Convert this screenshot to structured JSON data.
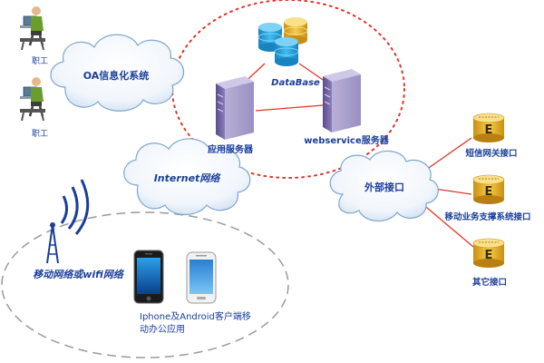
{
  "labels": {
    "employee_1": "职工",
    "employee_2": "职工",
    "oa_system": "OA信息化系统",
    "database": "DataBase",
    "app_server": "应用服务器",
    "webservice_server": "webservice服务器",
    "internet": "Internet网络",
    "external_interface": "外部接口",
    "sms_gateway": "短信网关接口",
    "mobile_business": "移动业务支撑系统接口",
    "other_interface": "其它接口",
    "mobile_network": "移动网络或wifi网络",
    "mobile_client_line1": "Iphone及Android客户端移",
    "mobile_client_line2": "动办公应用"
  },
  "colors": {
    "label_blue": "#1a3e9a",
    "red_dotted": "#e0352b",
    "red_line": "#e0352b",
    "cloud_fill": "#ffffff",
    "cloud_stroke": "#7fa6cf",
    "db_blue": "#2aa6df",
    "db_gold": "#f0c03a",
    "server_purple": "#7a6aa8"
  }
}
